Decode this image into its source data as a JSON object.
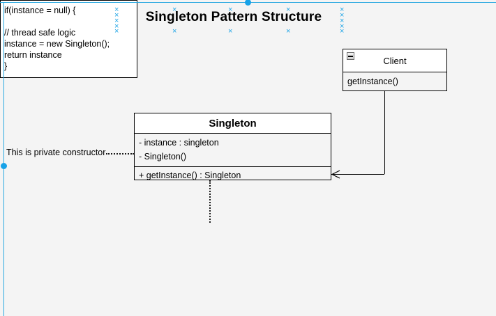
{
  "diagram": {
    "title": "Singleton Pattern Structure",
    "selection_marks": {
      "glyph": "×",
      "top_row_x": [
        167,
        250,
        330,
        413,
        490
      ],
      "bottom_row_x": [
        167,
        250,
        330,
        413,
        490
      ],
      "left_col_y": [
        10,
        18,
        26,
        34,
        41
      ],
      "right_col_y": [
        10,
        18,
        26,
        34,
        41
      ],
      "color": "#20a5e6"
    },
    "guides": {
      "color": "#29a8e0",
      "handle_color": "#17a2e8"
    }
  },
  "client_class": {
    "name": "Client",
    "collapse_icon": "collapse-minus-icon",
    "operations": [
      "getInstance()"
    ]
  },
  "singleton_class": {
    "name": "Singleton",
    "attributes": [
      "- instance : singleton",
      "- Singleton()"
    ],
    "operations": [
      "+ getInstance() : Singleton"
    ]
  },
  "note": {
    "lines": [
      "if(instance = null) {",
      "",
      "// thread safe logic",
      "instance = new Singleton();",
      "return instance",
      "}"
    ]
  },
  "labels": {
    "private_constructor": "This is private constructor"
  }
}
